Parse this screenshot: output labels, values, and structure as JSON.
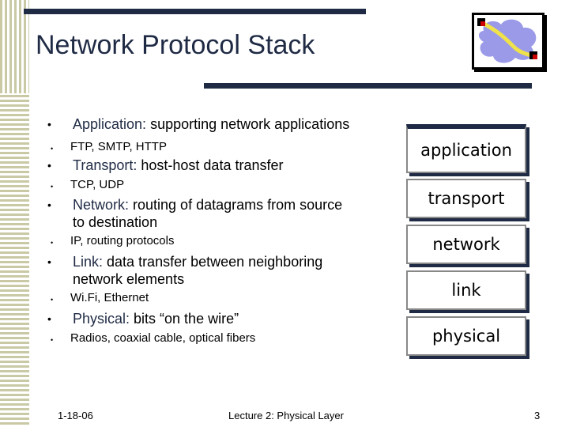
{
  "slide": {
    "title": "Network Protocol Stack",
    "bullets": [
      {
        "keyword": "Application:",
        "text": " supporting network applications",
        "sub": "FTP, SMTP, HTTP"
      },
      {
        "keyword": "Transport:",
        "text": " host-host data transfer",
        "sub": "TCP, UDP"
      },
      {
        "keyword": "Network:",
        "text": " routing of datagrams from source",
        "text2": "to destination",
        "sub": "IP, routing protocols"
      },
      {
        "keyword": "Link:",
        "text": " data transfer between neighboring",
        "text2": "network elements",
        "sub": "Wi.Fi, Ethernet"
      },
      {
        "keyword": "Physical:",
        "text": " bits “on the wire”",
        "sub": "Radios, coaxial cable, optical fibers"
      }
    ],
    "stack": [
      "application",
      "transport",
      "network",
      "link",
      "physical"
    ],
    "footer": {
      "date": "1-18-06",
      "lecture": "Lecture 2: Physical Layer",
      "page": "3"
    },
    "colors": {
      "accent": "#1f2a44",
      "stripe": "#c9c9a6",
      "logo_cloud": "#9a9ae8",
      "logo_path": "#f0e24a"
    },
    "logo_icon": "network-cloud-icon"
  }
}
